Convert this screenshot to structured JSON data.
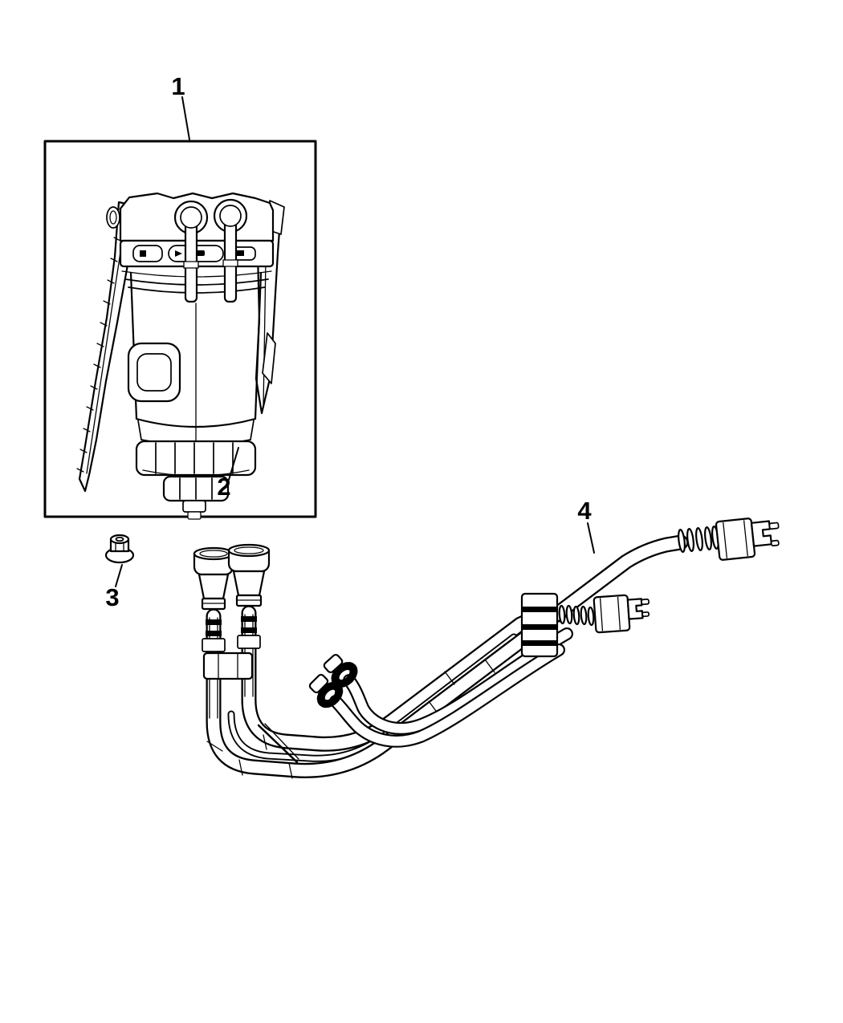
{
  "page": {
    "background_color": "#ffffff",
    "line_color": "#000000",
    "figure_type": "exploded parts line drawing",
    "subject": "fuel filter module with mounting bracket, drain ring, flange nut and fuel tube bundle"
  },
  "diagram": {
    "callouts": [
      {
        "label": "1",
        "part": "fuel-filter-module-in-detail-box"
      },
      {
        "label": "2",
        "part": "filter-bowl-retaining-ring"
      },
      {
        "label": "3",
        "part": "hex-flange-nut"
      },
      {
        "label": "4",
        "part": "fuel-tube-bundle"
      }
    ]
  }
}
